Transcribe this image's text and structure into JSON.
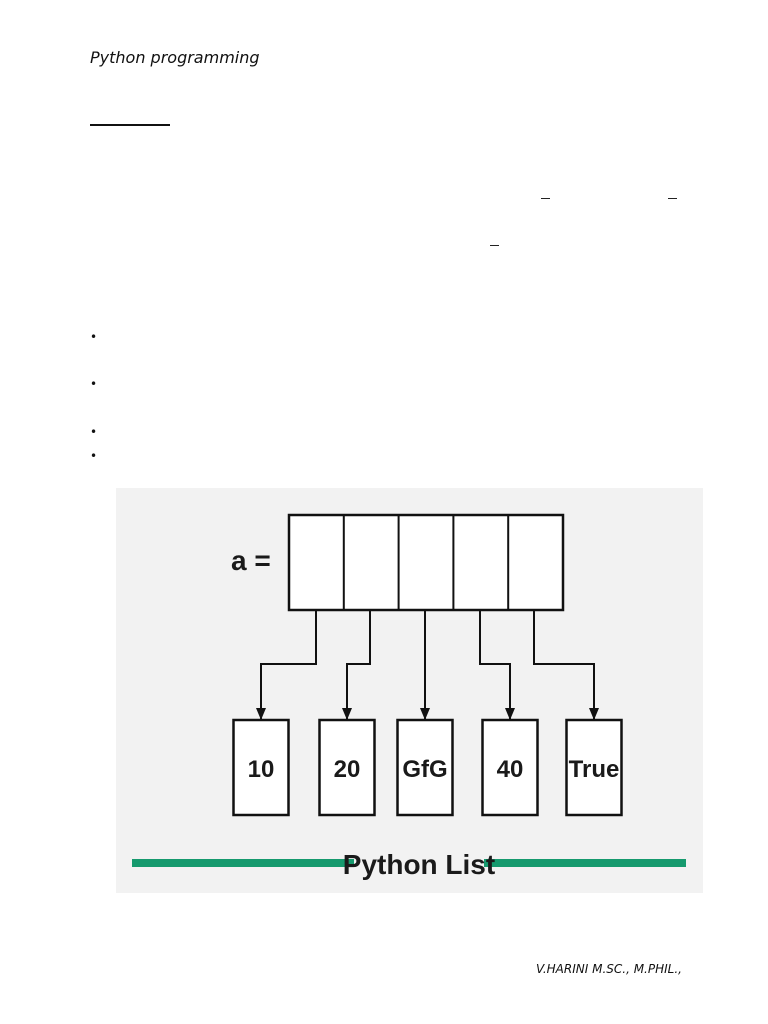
{
  "header": {
    "title": "Python programming"
  },
  "bullets": [
    "•",
    "•",
    "•",
    "•"
  ],
  "figure": {
    "variable_label": "a =",
    "cell_count": 5,
    "values": [
      "10",
      "20",
      "GfG",
      "40",
      "True"
    ],
    "caption": "Python List",
    "colors": {
      "caption_line": "#169a6e",
      "background": "#f2f2f2"
    }
  },
  "footer": {
    "author": "V.HARINI  M.SC., M.PHIL.,"
  }
}
